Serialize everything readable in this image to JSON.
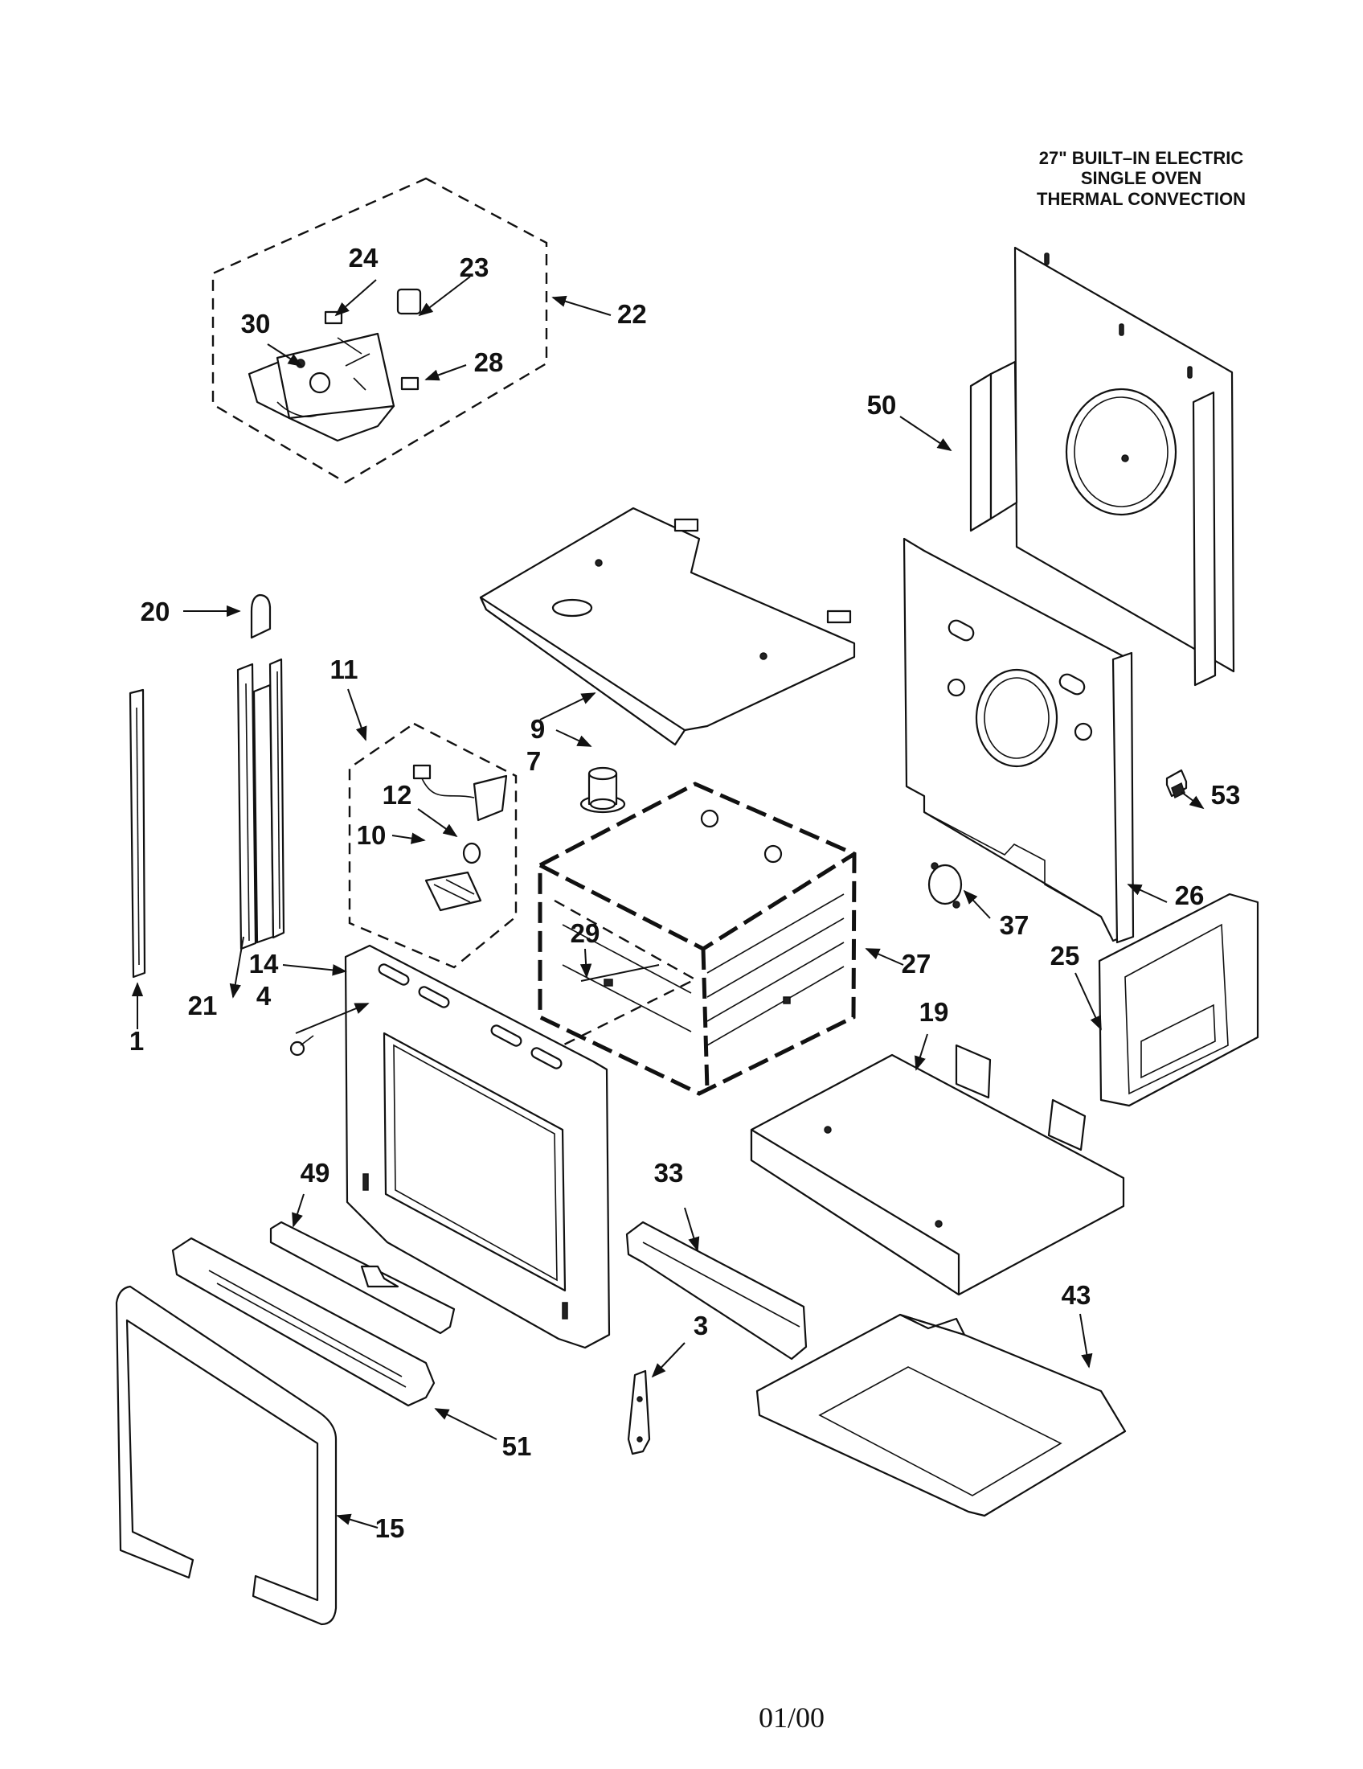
{
  "title": {
    "line1": "27\" BUILT–IN ELECTRIC",
    "line2": "SINGLE OVEN",
    "line3": "THERMAL CONVECTION"
  },
  "footer": {
    "date_code": "01/00"
  },
  "callouts": {
    "c1": "1",
    "c3": "3",
    "c4": "4",
    "c7": "7",
    "c9": "9",
    "c10": "10",
    "c11": "11",
    "c12": "12",
    "c14": "14",
    "c15": "15",
    "c19": "19",
    "c20": "20",
    "c21": "21",
    "c22": "22",
    "c23": "23",
    "c24": "24",
    "c25": "25",
    "c26": "26",
    "c27": "27",
    "c28": "28",
    "c29": "29",
    "c30": "30",
    "c33": "33",
    "c37": "37",
    "c43": "43",
    "c49": "49",
    "c50": "50",
    "c51": "51",
    "c53": "53"
  }
}
